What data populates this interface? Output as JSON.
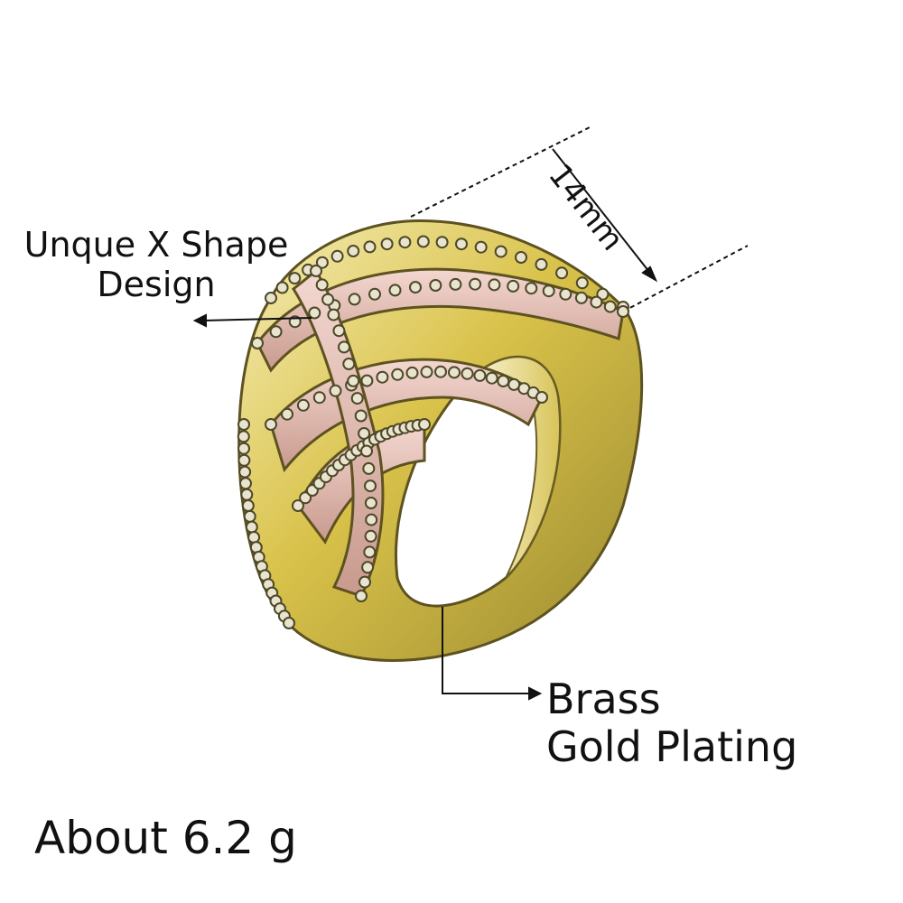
{
  "annotations": {
    "design_line_1": "Unque X Shape",
    "design_line_2": "Design",
    "width": "14mm",
    "material_line_1": "Brass",
    "material_line_2": "Gold Plating",
    "weight": "About 6.2 g"
  },
  "colors": {
    "gold": "#d9c24a",
    "gold_light": "#f2e7a4",
    "gold_dark": "#8a7a2a",
    "stone_pink": "#e6b9b0",
    "pave": "#6e6a52",
    "text": "#111111"
  }
}
